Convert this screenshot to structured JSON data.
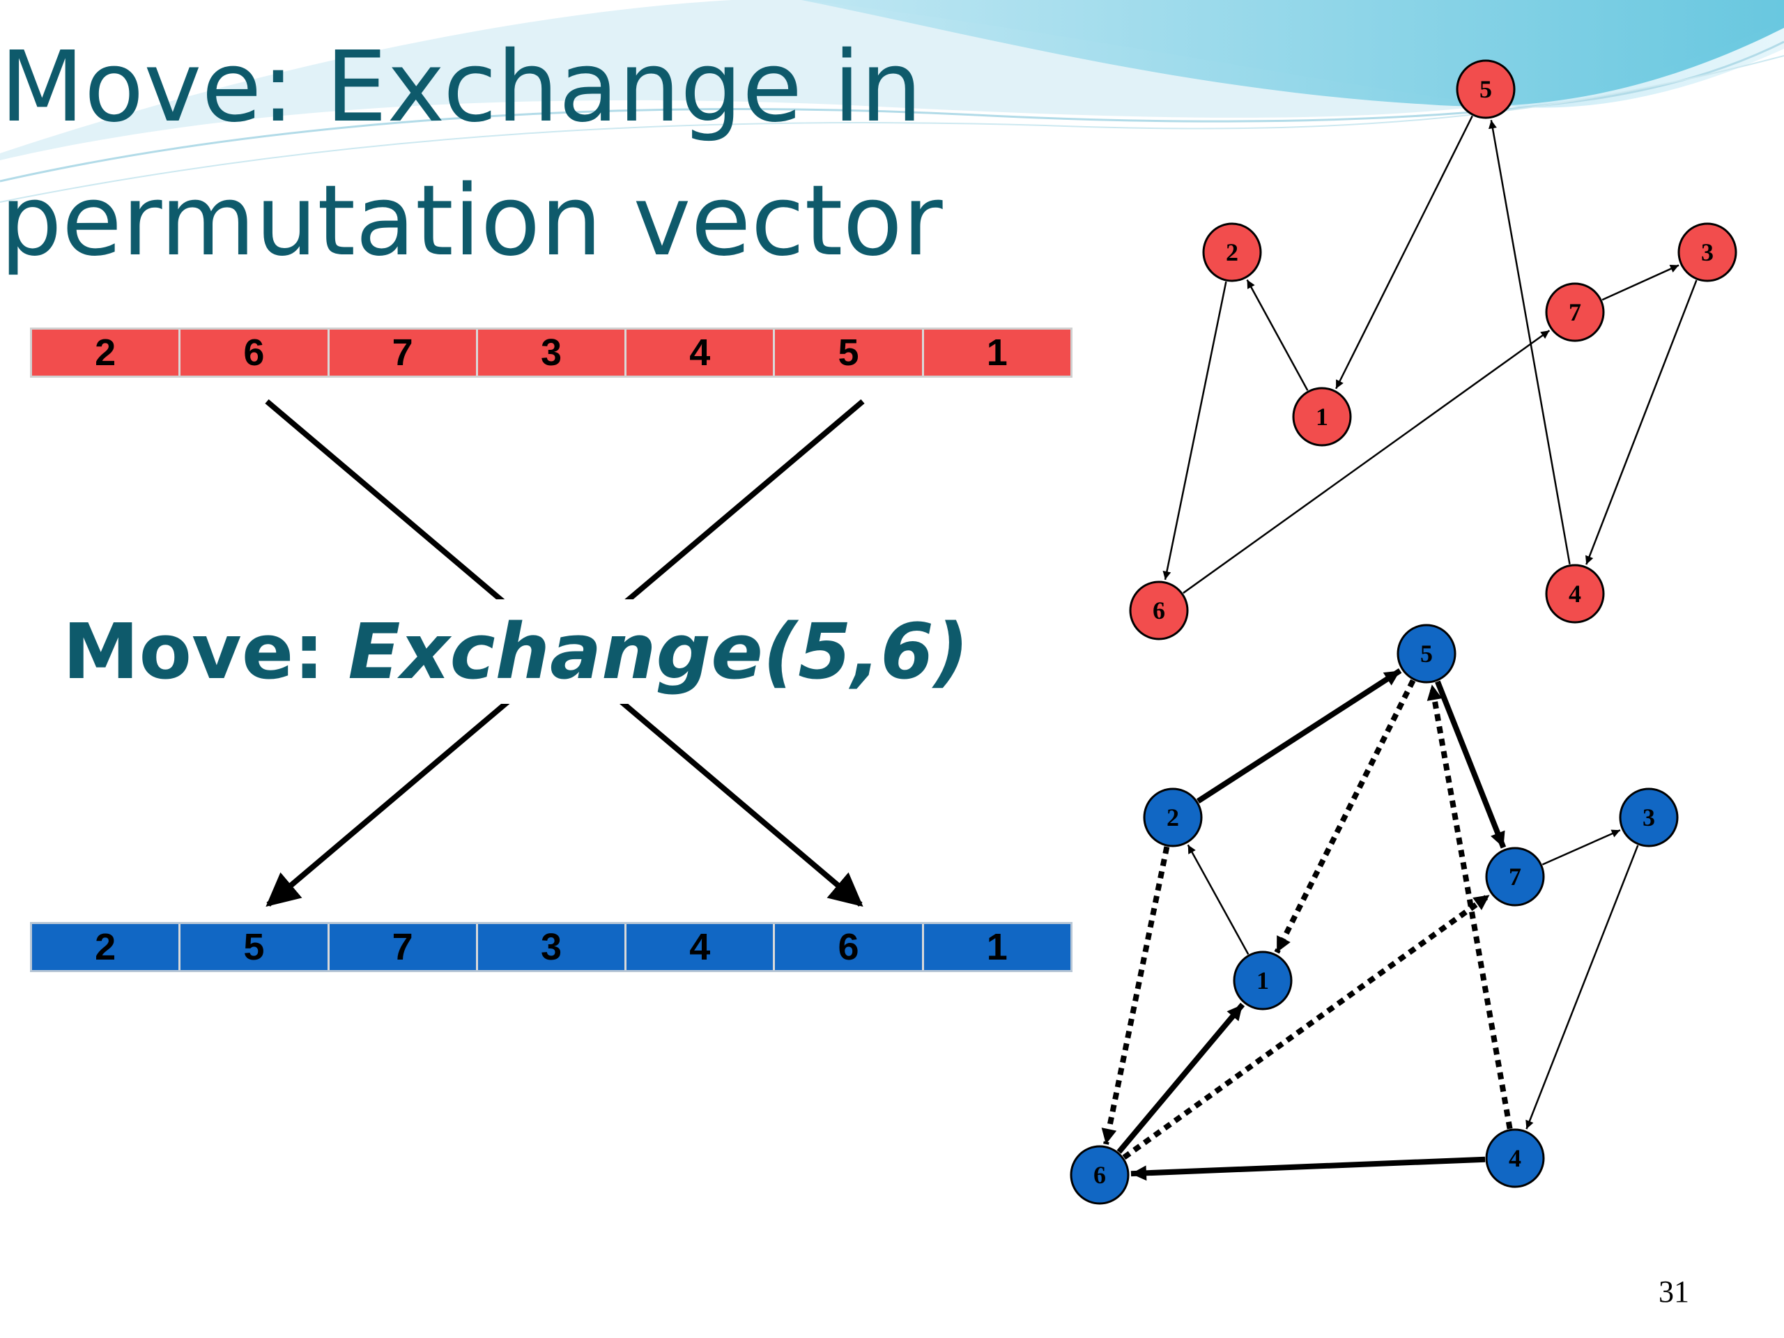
{
  "slide": {
    "title_line1": "Move: Exchange in",
    "title_line2": "permutation vector",
    "move_prefix": "Move:",
    "move_operation": "Exchange(5,6)",
    "page_number": "31"
  },
  "colors": {
    "title": "#0e5a6b",
    "red": "#f24d4d",
    "blue": "#1167c4",
    "arrow": "#000000"
  },
  "vectors": {
    "before": [
      "2",
      "6",
      "7",
      "3",
      "4",
      "5",
      "1"
    ],
    "after": [
      "2",
      "5",
      "7",
      "3",
      "4",
      "6",
      "1"
    ]
  },
  "graph_before": {
    "nodes": [
      "5",
      "2",
      "3",
      "7",
      "1",
      "6",
      "4"
    ],
    "edges": [
      {
        "from": "5",
        "to": "1",
        "style": "thin"
      },
      {
        "from": "1",
        "to": "2",
        "style": "thin"
      },
      {
        "from": "2",
        "to": "6",
        "style": "thin"
      },
      {
        "from": "6",
        "to": "7",
        "style": "thin"
      },
      {
        "from": "7",
        "to": "3",
        "style": "thin"
      },
      {
        "from": "3",
        "to": "4",
        "style": "thin"
      },
      {
        "from": "4",
        "to": "5",
        "style": "thin"
      }
    ]
  },
  "graph_after": {
    "nodes": [
      "5",
      "2",
      "3",
      "7",
      "1",
      "6",
      "4"
    ],
    "edges": [
      {
        "from": "2",
        "to": "5",
        "style": "bold"
      },
      {
        "from": "5",
        "to": "7",
        "style": "bold"
      },
      {
        "from": "7",
        "to": "3",
        "style": "thin"
      },
      {
        "from": "3",
        "to": "4",
        "style": "thin"
      },
      {
        "from": "4",
        "to": "6",
        "style": "bold"
      },
      {
        "from": "6",
        "to": "1",
        "style": "bold"
      },
      {
        "from": "1",
        "to": "2",
        "style": "thin"
      },
      {
        "from": "5",
        "to": "1",
        "style": "dotted"
      },
      {
        "from": "2",
        "to": "6",
        "style": "dotted"
      },
      {
        "from": "6",
        "to": "7",
        "style": "dotted"
      },
      {
        "from": "4",
        "to": "5",
        "style": "dotted"
      }
    ]
  }
}
